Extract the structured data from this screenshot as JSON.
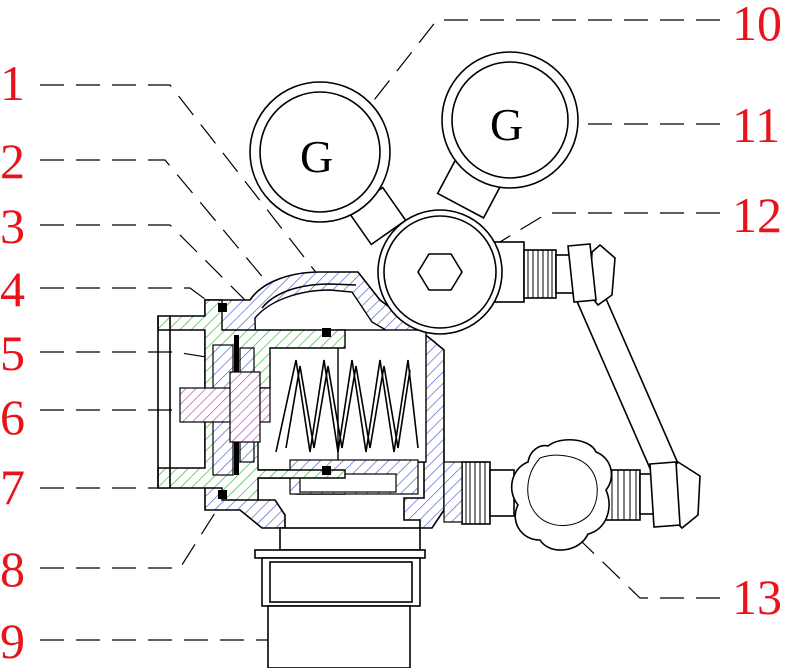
{
  "gauge_letter": "G",
  "labels": {
    "l1": "1",
    "l2": "2",
    "l3": "3",
    "l4": "4",
    "l5": "5",
    "l6": "6",
    "l7": "7",
    "l8": "8",
    "l9": "9",
    "l10": "10",
    "l11": "11",
    "l12": "12",
    "l13": "13"
  },
  "colors": {
    "label": "#e8141b",
    "blue_hatch": "#4a5bd6",
    "green_hatch": "#2fb52f",
    "magenta_hatch": "#c23ec2"
  }
}
